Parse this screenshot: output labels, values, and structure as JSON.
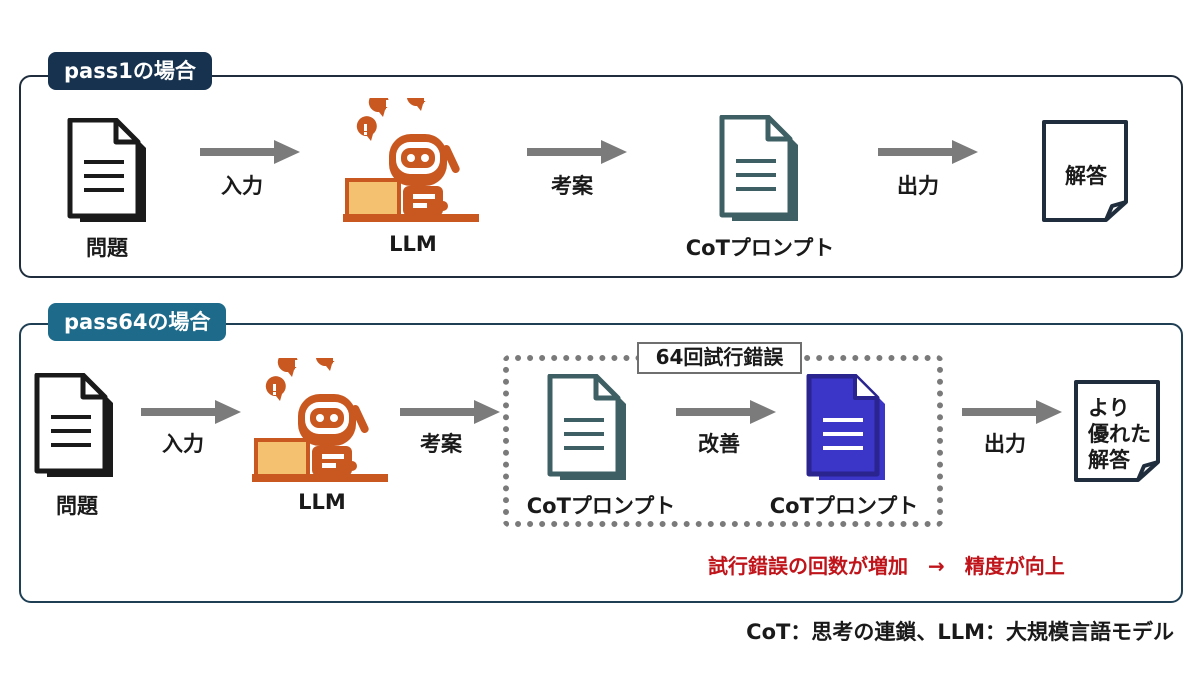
{
  "pass1": {
    "tag": "pass1の場合",
    "problem_label": "問題",
    "input_label": "入力",
    "llm_label": "LLM",
    "think_label": "考案",
    "cot_label": "CoTプロンプト",
    "output_label": "出力",
    "answer_label": "解答"
  },
  "pass64": {
    "tag": "pass64の場合",
    "problem_label": "問題",
    "input_label": "入力",
    "llm_label": "LLM",
    "think_label": "考案",
    "trial_label": "64回試行錯誤",
    "cot_label_1": "CoTプロンプト",
    "improve_label": "改善",
    "cot_label_2": "CoTプロンプト",
    "output_label": "出力",
    "answer_line1": "より",
    "answer_line2": "優れた",
    "answer_line3": "解答",
    "note": "試行錯誤の回数が増加　→　精度が向上"
  },
  "footnote": "CoT：思考の連鎖、LLM：大規模言語モデル",
  "colors": {
    "tag1": "#16324f",
    "tag2": "#1d6a8a",
    "robot": "#c8581f",
    "cot_doc": "#3e5f63",
    "improved_doc": "#3b35c8",
    "arrow": "#7b7b7b",
    "highlight": "#c0141b"
  },
  "icons": [
    "document-icon",
    "robot-laptop-icon",
    "cot-document-icon",
    "answer-sheet-icon",
    "arrow-right-icon"
  ]
}
